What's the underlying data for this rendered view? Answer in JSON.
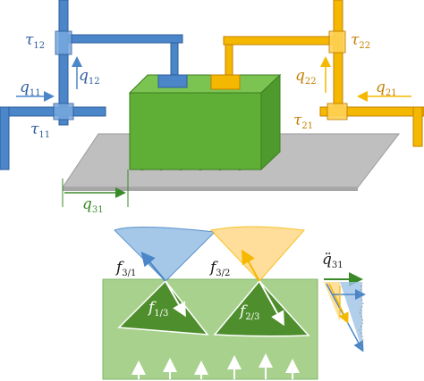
{
  "labels": {
    "tau12": {
      "main": "τ",
      "sub": "12"
    },
    "q12": {
      "main": "q",
      "sub": "12"
    },
    "q11": {
      "main": "q",
      "sub": "11"
    },
    "tau11": {
      "main": "τ",
      "sub": "11"
    },
    "tau22": {
      "main": "τ",
      "sub": "22"
    },
    "q22": {
      "main": "q",
      "sub": "22"
    },
    "q21": {
      "main": "q",
      "sub": "21"
    },
    "tau21": {
      "main": "τ",
      "sub": "21"
    },
    "q31": {
      "main": "q",
      "sub": "31"
    },
    "f31": {
      "main": "f",
      "sub": "3/1"
    },
    "f32": {
      "main": "f",
      "sub": "3/2"
    },
    "f13": {
      "main": "f",
      "sub": "1/3"
    },
    "f23": {
      "main": "f",
      "sub": "2/3"
    },
    "qdd31": {
      "main": "q̈",
      "sub": "31"
    }
  },
  "colors": {
    "robot1": "#4a86c8",
    "robot2": "#f5b800",
    "object": "#5fae36",
    "object_dark": "#3d7d22",
    "object_light": "#a9d18e",
    "table": "#bfbfbf",
    "text_blue": "#2e5e9e",
    "text_orange": "#c47f00",
    "text_green": "#3a8a2a"
  }
}
